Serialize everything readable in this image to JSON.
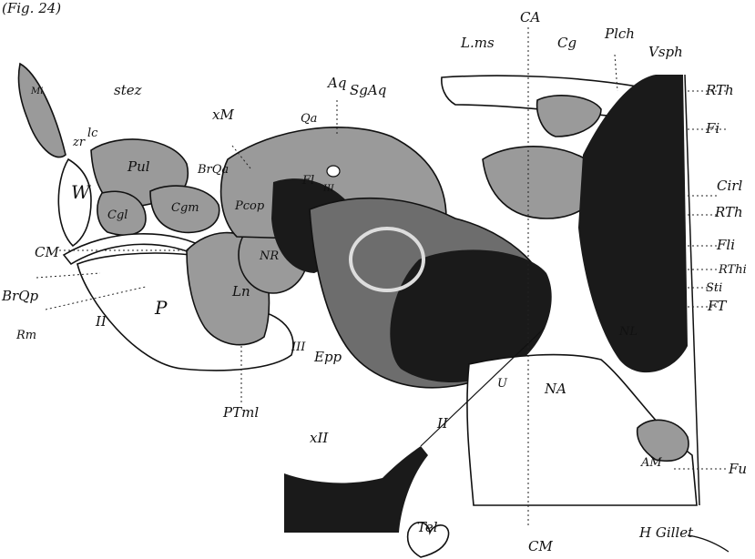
{
  "header_text": "(Fig. 24)",
  "signature": "H Gillet",
  "labels": {
    "CA": "CA",
    "Lms": "L.ms",
    "Cg": "Cg",
    "Plch": "Plch",
    "Vsph": "Vsph",
    "RTh_top": "RTh",
    "Fi_top": "Fi",
    "Cirl": "Cirl",
    "RTh_mid": "RTh",
    "Fli": "Fli",
    "RThi": "RThi",
    "Sti": "Sti",
    "FT": "FT",
    "Fu": "Fu",
    "AM": "AM",
    "NA": "NA",
    "U": "U",
    "NL": "NL",
    "CM_bottom": "CM",
    "Tel": "Tel",
    "xII": "xII",
    "II_mid": "II",
    "PTml": "PTml",
    "Epp": "Epp",
    "III": "III",
    "Ln": "Ln",
    "NR": "NR",
    "P": "P",
    "II_left": "II",
    "Rm": "Rm",
    "BrQp": "BrQp",
    "CM_left": "CM",
    "W": "W",
    "Zr": "zr",
    "lc": "lc",
    "Mi": "Mi",
    "stez": "stez",
    "Pul": "Pul",
    "Cgl": "Cgl",
    "Cgm": "Cgm",
    "xM": "xM",
    "BrQa": "BrQa",
    "Pcop": "Pcop",
    "Qa": "Qa",
    "Aq": "Aq",
    "SgAq": "SgAq",
    "Fl": "Fl",
    "III_top": "III"
  }
}
